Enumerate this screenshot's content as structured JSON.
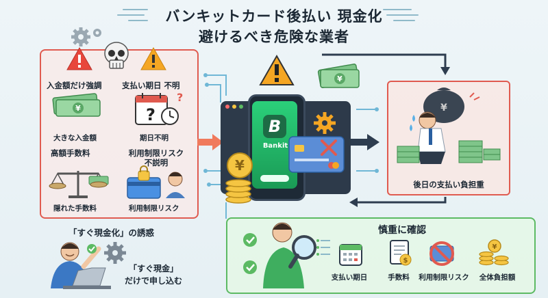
{
  "title_line1": "バンキットカード後払い 現金化",
  "title_line2": "避けるべき危険な業者",
  "risk_panel": {
    "items": [
      {
        "label": "入金額だけ強調"
      },
      {
        "label": "支払い期日 不明"
      },
      {
        "label": "大きな入金額"
      },
      {
        "label": "期日不明"
      },
      {
        "label": "高額手数料"
      },
      {
        "label_line1": "利用制限リスク",
        "label_line2": "不説明"
      },
      {
        "label": "隠れた手数料"
      },
      {
        "label": "利用制限リスク"
      }
    ]
  },
  "phone_brand": "Bankit",
  "phone_logo_letter": "B",
  "burden_label": "後日の支払い負担重",
  "temptation_label": "「すぐ現金化」の誘惑",
  "apply_label_line1": "「すぐ現金」",
  "apply_label_line2": "だけで申し込む",
  "check_panel": {
    "title": "慎重に確認",
    "items": [
      "支払い期日",
      "手数料",
      "利用制限リスク",
      "全体負担額"
    ]
  },
  "colors": {
    "danger": "#e05a4f",
    "safe": "#5cba63",
    "brand": "#1aa85a",
    "warning": "#f5a623"
  }
}
